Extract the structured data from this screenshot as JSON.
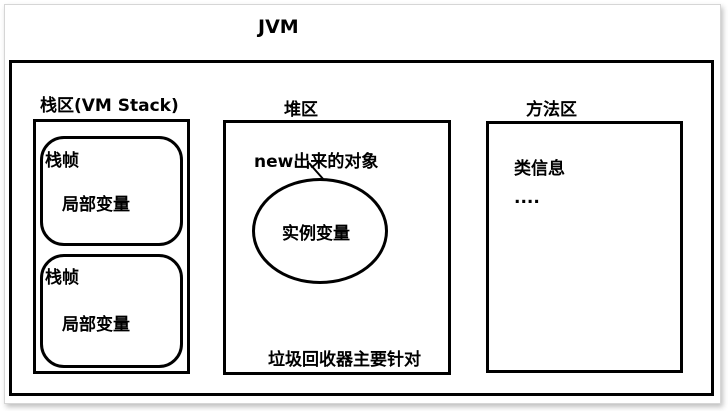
{
  "title": "JVM",
  "stack": {
    "label": "栈区(VM Stack)",
    "frames": [
      {
        "frame_label": "栈帧",
        "content": "局部变量"
      },
      {
        "frame_label": "栈帧",
        "content": "局部变量"
      }
    ]
  },
  "heap": {
    "label": "堆区",
    "new_objects": "new出来的对象",
    "instance_variables": "实例变量",
    "gc_note": "垃圾回收器主要针对"
  },
  "method_area": {
    "label": "方法区",
    "class_info": "类信息",
    "ellipsis": "...."
  }
}
